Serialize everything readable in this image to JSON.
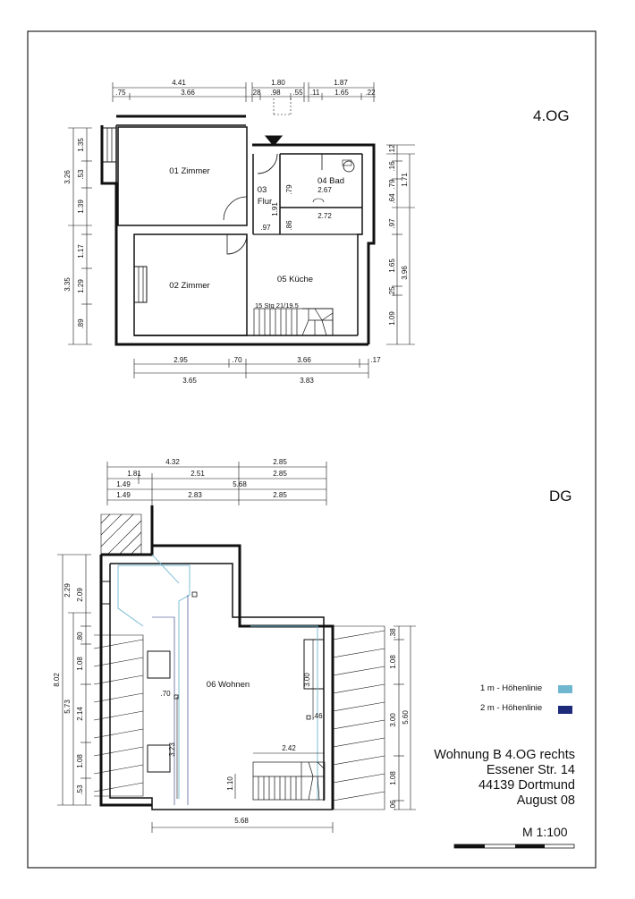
{
  "floors": {
    "upper": {
      "name": "4.OG",
      "rooms": [
        {
          "id": "01",
          "label": "01 Zimmer"
        },
        {
          "id": "02",
          "label": "02 Zimmer"
        },
        {
          "id": "03a",
          "label": "03"
        },
        {
          "id": "03b",
          "label": "Flur"
        },
        {
          "id": "04",
          "label": "04 Bad"
        },
        {
          "id": "05",
          "label": "05 Küche"
        }
      ],
      "stairs_label": "15 Stg 21/19.5",
      "dims_top_row1": [
        "4.41",
        "1.80",
        "1.87"
      ],
      "dims_top_row2": [
        ".75",
        "3.66",
        ".28",
        ".98",
        ".55",
        ".11",
        "1.65",
        ".22"
      ],
      "dims_bottom_row1": [
        "2.95",
        ".70",
        "3.66",
        ".17"
      ],
      "dims_bottom_row2": [
        "3.65",
        "3.83"
      ],
      "dims_left_outer": [
        "3.26",
        "3.35"
      ],
      "dims_left_inner": [
        "1.35",
        ".53",
        "1.39",
        "1.17",
        "1.29",
        ".89"
      ],
      "dims_right_inner": [
        ".12",
        ".16",
        ".79",
        ".64",
        ".97",
        "1.65",
        ".25",
        "1.09"
      ],
      "dims_right_outer": [
        "1.71",
        "3.96"
      ],
      "dims_interior": [
        "2.67",
        "2.72",
        ".79",
        "1.91",
        ".86",
        ".97"
      ]
    },
    "lower": {
      "name": "DG",
      "rooms": [
        {
          "id": "06",
          "label": "06 Wohnen"
        }
      ],
      "dims_top": [
        [
          "4.32",
          "2.85"
        ],
        [
          "1.81",
          "2.51",
          "2.85"
        ],
        [
          "1.49",
          "5.68"
        ],
        [
          "1.49",
          "2.83",
          "2.85"
        ]
      ],
      "dims_left_outer": [
        "8.02"
      ],
      "dims_left_mid": [
        "5.73"
      ],
      "dims_left_inner": [
        "2.29",
        "2.09",
        ".80",
        "1.08",
        "2.14",
        "1.08",
        ".53"
      ],
      "dims_right_inner": [
        ".38",
        "1.08",
        "3.00",
        "1.08",
        ".06"
      ],
      "dims_right_outer": [
        "5.60"
      ],
      "dims_interior": [
        "3.00",
        ".70",
        "3.23",
        ".46",
        "2.42",
        "1.10"
      ],
      "dims_bottom": [
        "5.68"
      ]
    }
  },
  "legend": [
    {
      "label": "1 m - Höhenlinie",
      "color": "#6fb6cf"
    },
    {
      "label": "2 m - Höhenlinie",
      "color": "#1d2a7a"
    }
  ],
  "title_block": {
    "line1": "Wohnung B  4.OG rechts",
    "line2": "Essener Str. 14",
    "line3": "44139 Dortmund",
    "line4": "August 08"
  },
  "scale": "M 1:100"
}
